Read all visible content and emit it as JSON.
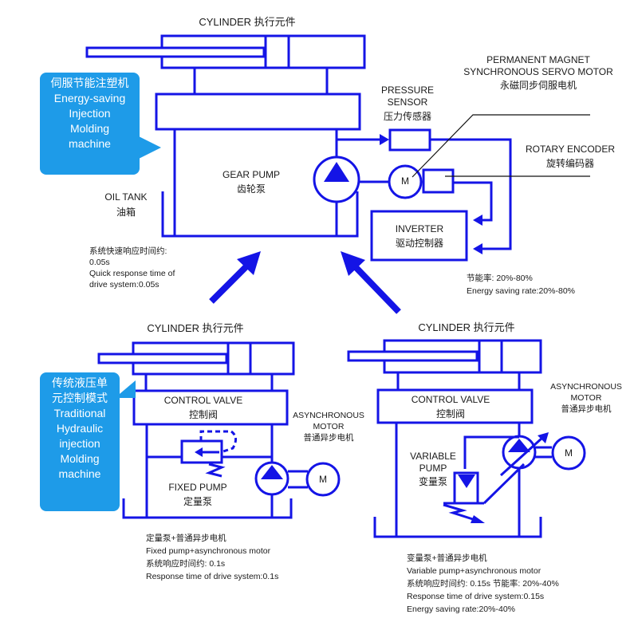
{
  "top_system": {
    "cylinder_label": "CYLINDER 执行元件",
    "callout": {
      "cn": "伺服节能注塑机",
      "en_lines": [
        "Energy-saving",
        "Injection",
        "Molding",
        "machine"
      ]
    },
    "oil_tank": {
      "en": "OIL TANK",
      "cn": "油箱"
    },
    "gear_pump": {
      "en": "GEAR PUMP",
      "cn": "齿轮泵"
    },
    "pressure_sensor": {
      "en_lines": [
        "PRESSURE",
        "SENSOR"
      ],
      "cn": "压力传感器"
    },
    "servo_motor": {
      "en_lines": [
        "PERMANENT MAGNET",
        "SYNCHRONOUS SERVO MOTOR"
      ],
      "cn": "永磁同步伺服电机"
    },
    "rotary_encoder": {
      "en": "ROTARY ENCODER",
      "cn": "旋转编码器"
    },
    "inverter": {
      "en": "INVERTER",
      "cn": "驱动控制器"
    },
    "motor_symbol": "M",
    "response_note": [
      "系统快速响应时间约:",
      "0.05s",
      "Quick response time of",
      "drive system:0.05s"
    ],
    "saving_note": [
      "节能率:  20%-80%",
      "Energy saving rate:20%-80%"
    ]
  },
  "left_system": {
    "cylinder_label": "CYLINDER 执行元件",
    "callout": {
      "cn_lines": [
        "传统液压单",
        "元控制模式"
      ],
      "en_lines": [
        "Traditional",
        "Hydraulic",
        "injection",
        "Molding",
        "machine"
      ]
    },
    "control_valve": {
      "en": "CONTROL VALVE",
      "cn": "控制阀"
    },
    "async_motor": {
      "en_lines": [
        "ASYNCHRONOUS",
        "MOTOR"
      ],
      "cn": "普通异步电机"
    },
    "fixed_pump": {
      "en": "FIXED PUMP",
      "cn": "定量泵"
    },
    "motor_symbol": "M",
    "note": [
      "定量泵+普通异步电机",
      "Fixed pump+asynchronous motor",
      "系统响应时间约:  0.1s",
      "Response time of drive system:0.1s"
    ]
  },
  "right_system": {
    "cylinder_label": "CYLINDER 执行元件",
    "control_valve": {
      "en": "CONTROL VALVE",
      "cn": "控制阀"
    },
    "async_motor": {
      "en_lines": [
        "ASYNCHRONOUS",
        "MOTOR"
      ],
      "cn": "普通异步电机"
    },
    "variable_pump": {
      "en_lines": [
        "VARIABLE",
        "PUMP"
      ],
      "cn": "变量泵"
    },
    "motor_symbol": "M",
    "note": [
      "变量泵+普通异步电机",
      "Variable pump+asynchronous motor",
      "系统响应时间约:  0.15s  节能率:  20%-40%",
      "Response time of drive system:0.15s",
      "Energy saving rate:20%-40%"
    ]
  },
  "colors": {
    "line": "#1414e6",
    "callout": "#1e9be8"
  }
}
